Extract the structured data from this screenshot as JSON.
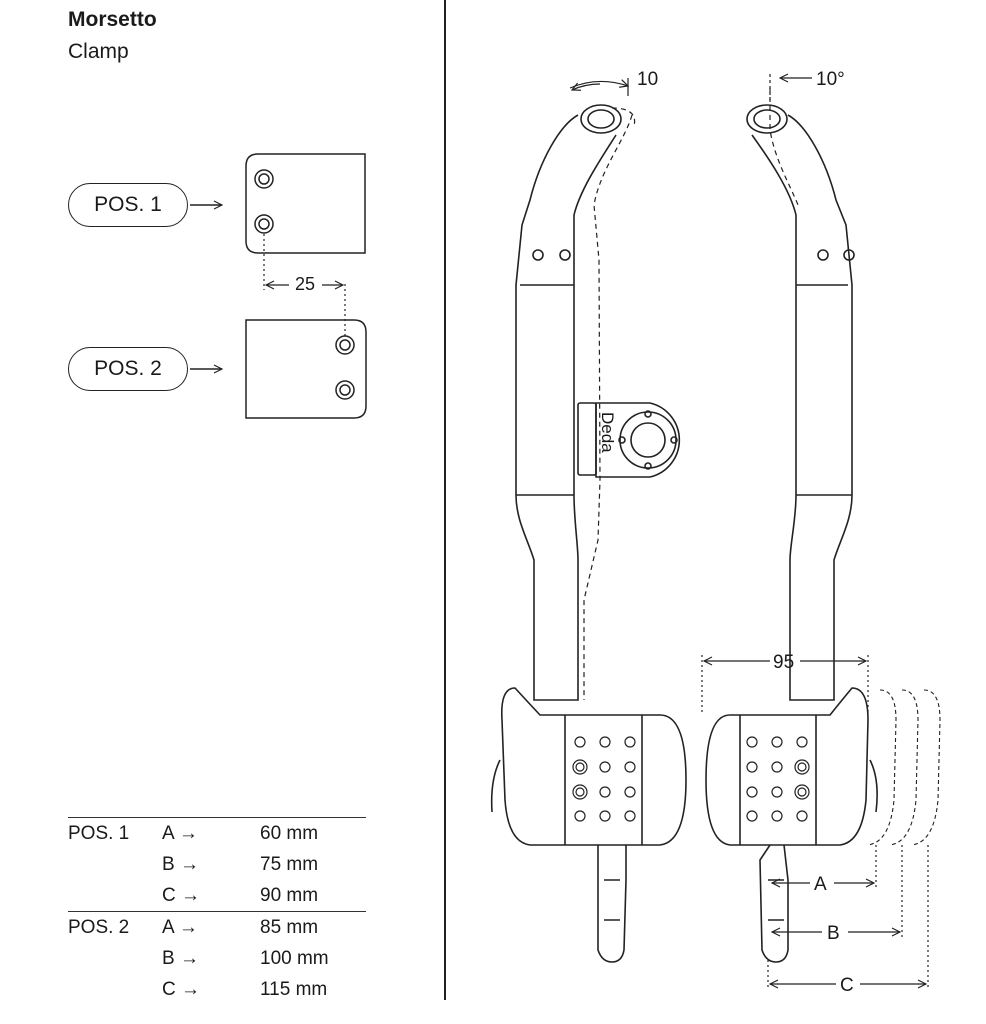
{
  "header": {
    "title": "Morsetto",
    "subtitle": "Clamp"
  },
  "positions": [
    {
      "label": "POS. 1"
    },
    {
      "label": "POS. 2"
    }
  ],
  "hole_spacing": "25",
  "table": {
    "groups": [
      {
        "pos": "POS. 1",
        "rows": [
          {
            "letter": "A",
            "value": "60 mm"
          },
          {
            "letter": "B",
            "value": "75 mm"
          },
          {
            "letter": "C",
            "value": "90 mm"
          }
        ]
      },
      {
        "pos": "POS. 2",
        "rows": [
          {
            "letter": "A",
            "value": "85 mm"
          },
          {
            "letter": "B",
            "value": "100 mm"
          },
          {
            "letter": "C",
            "value": "115 mm"
          }
        ]
      }
    ],
    "arrow": "→"
  },
  "drawing": {
    "angle_left": "10",
    "angle_right": "10°",
    "width_dim": "95",
    "brand": "Deda",
    "dims": [
      "A",
      "B",
      "C"
    ]
  }
}
